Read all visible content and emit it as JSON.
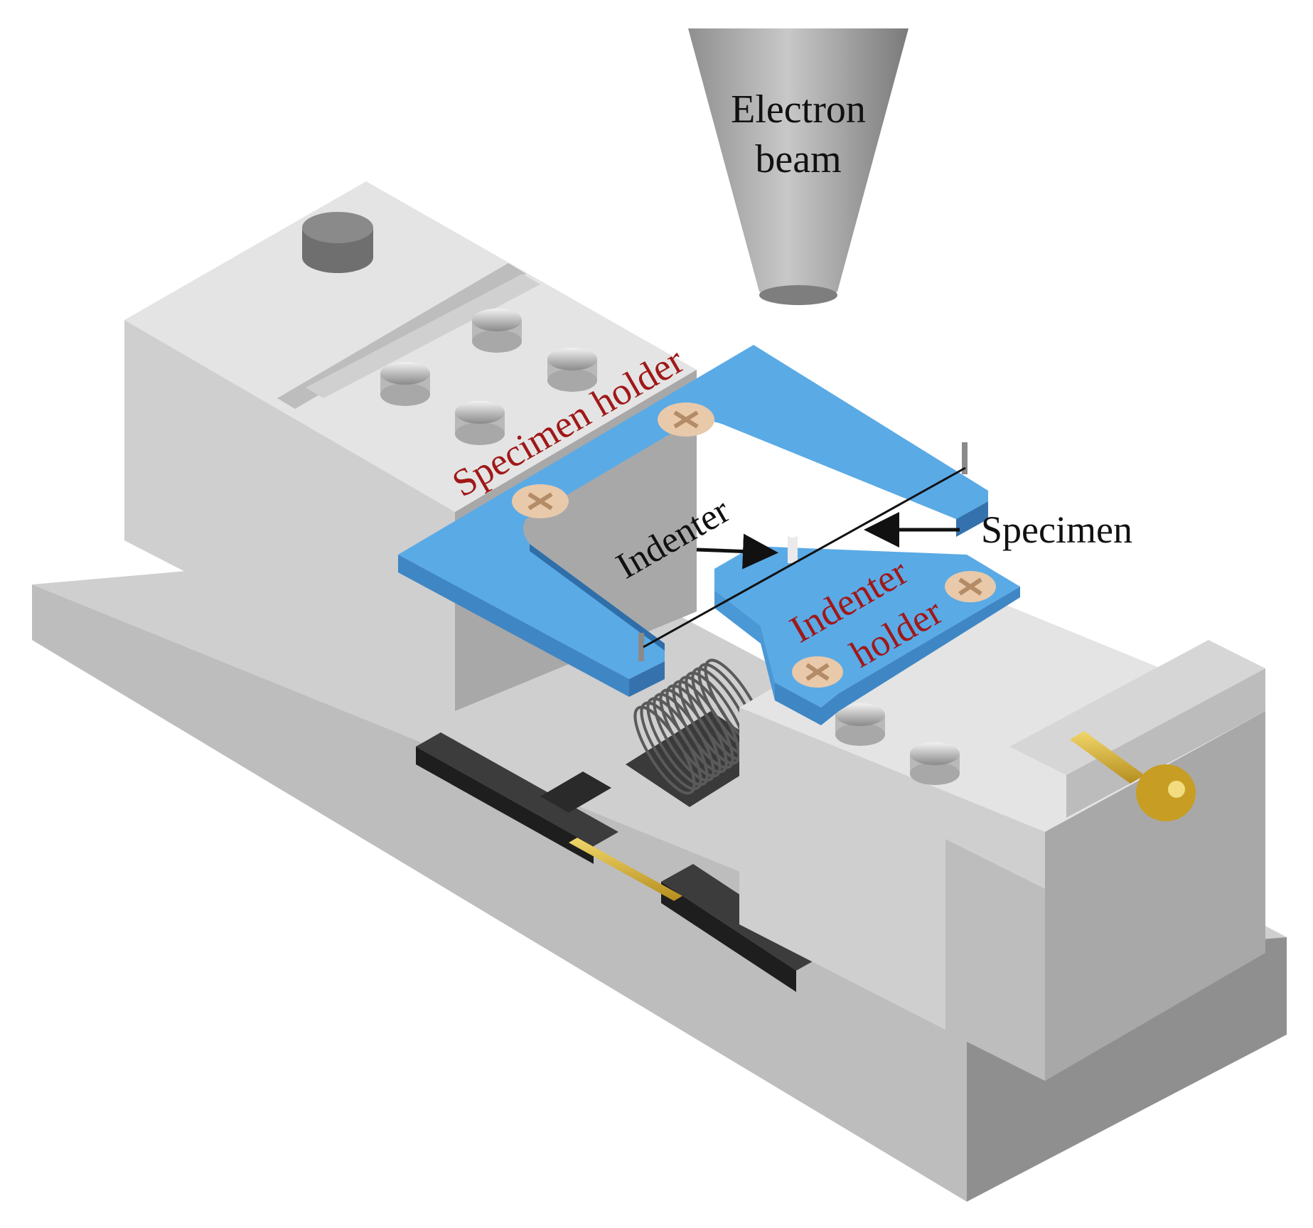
{
  "labels": {
    "electron_beam_line1": "Electron",
    "electron_beam_line2": "beam",
    "specimen_holder": "Specimen holder",
    "indenter": "Indenter",
    "specimen": "Specimen",
    "indenter_holder_line1": "Indenter",
    "indenter_holder_line2": "holder"
  },
  "colors": {
    "label_black": "#111111",
    "label_red": "#a01818",
    "blue_holder": "#5aaae6",
    "steel_light": "#d9d9d9",
    "steel_dark": "#a6a6a6",
    "brass": "#d8b23a",
    "black_part": "#222222"
  }
}
